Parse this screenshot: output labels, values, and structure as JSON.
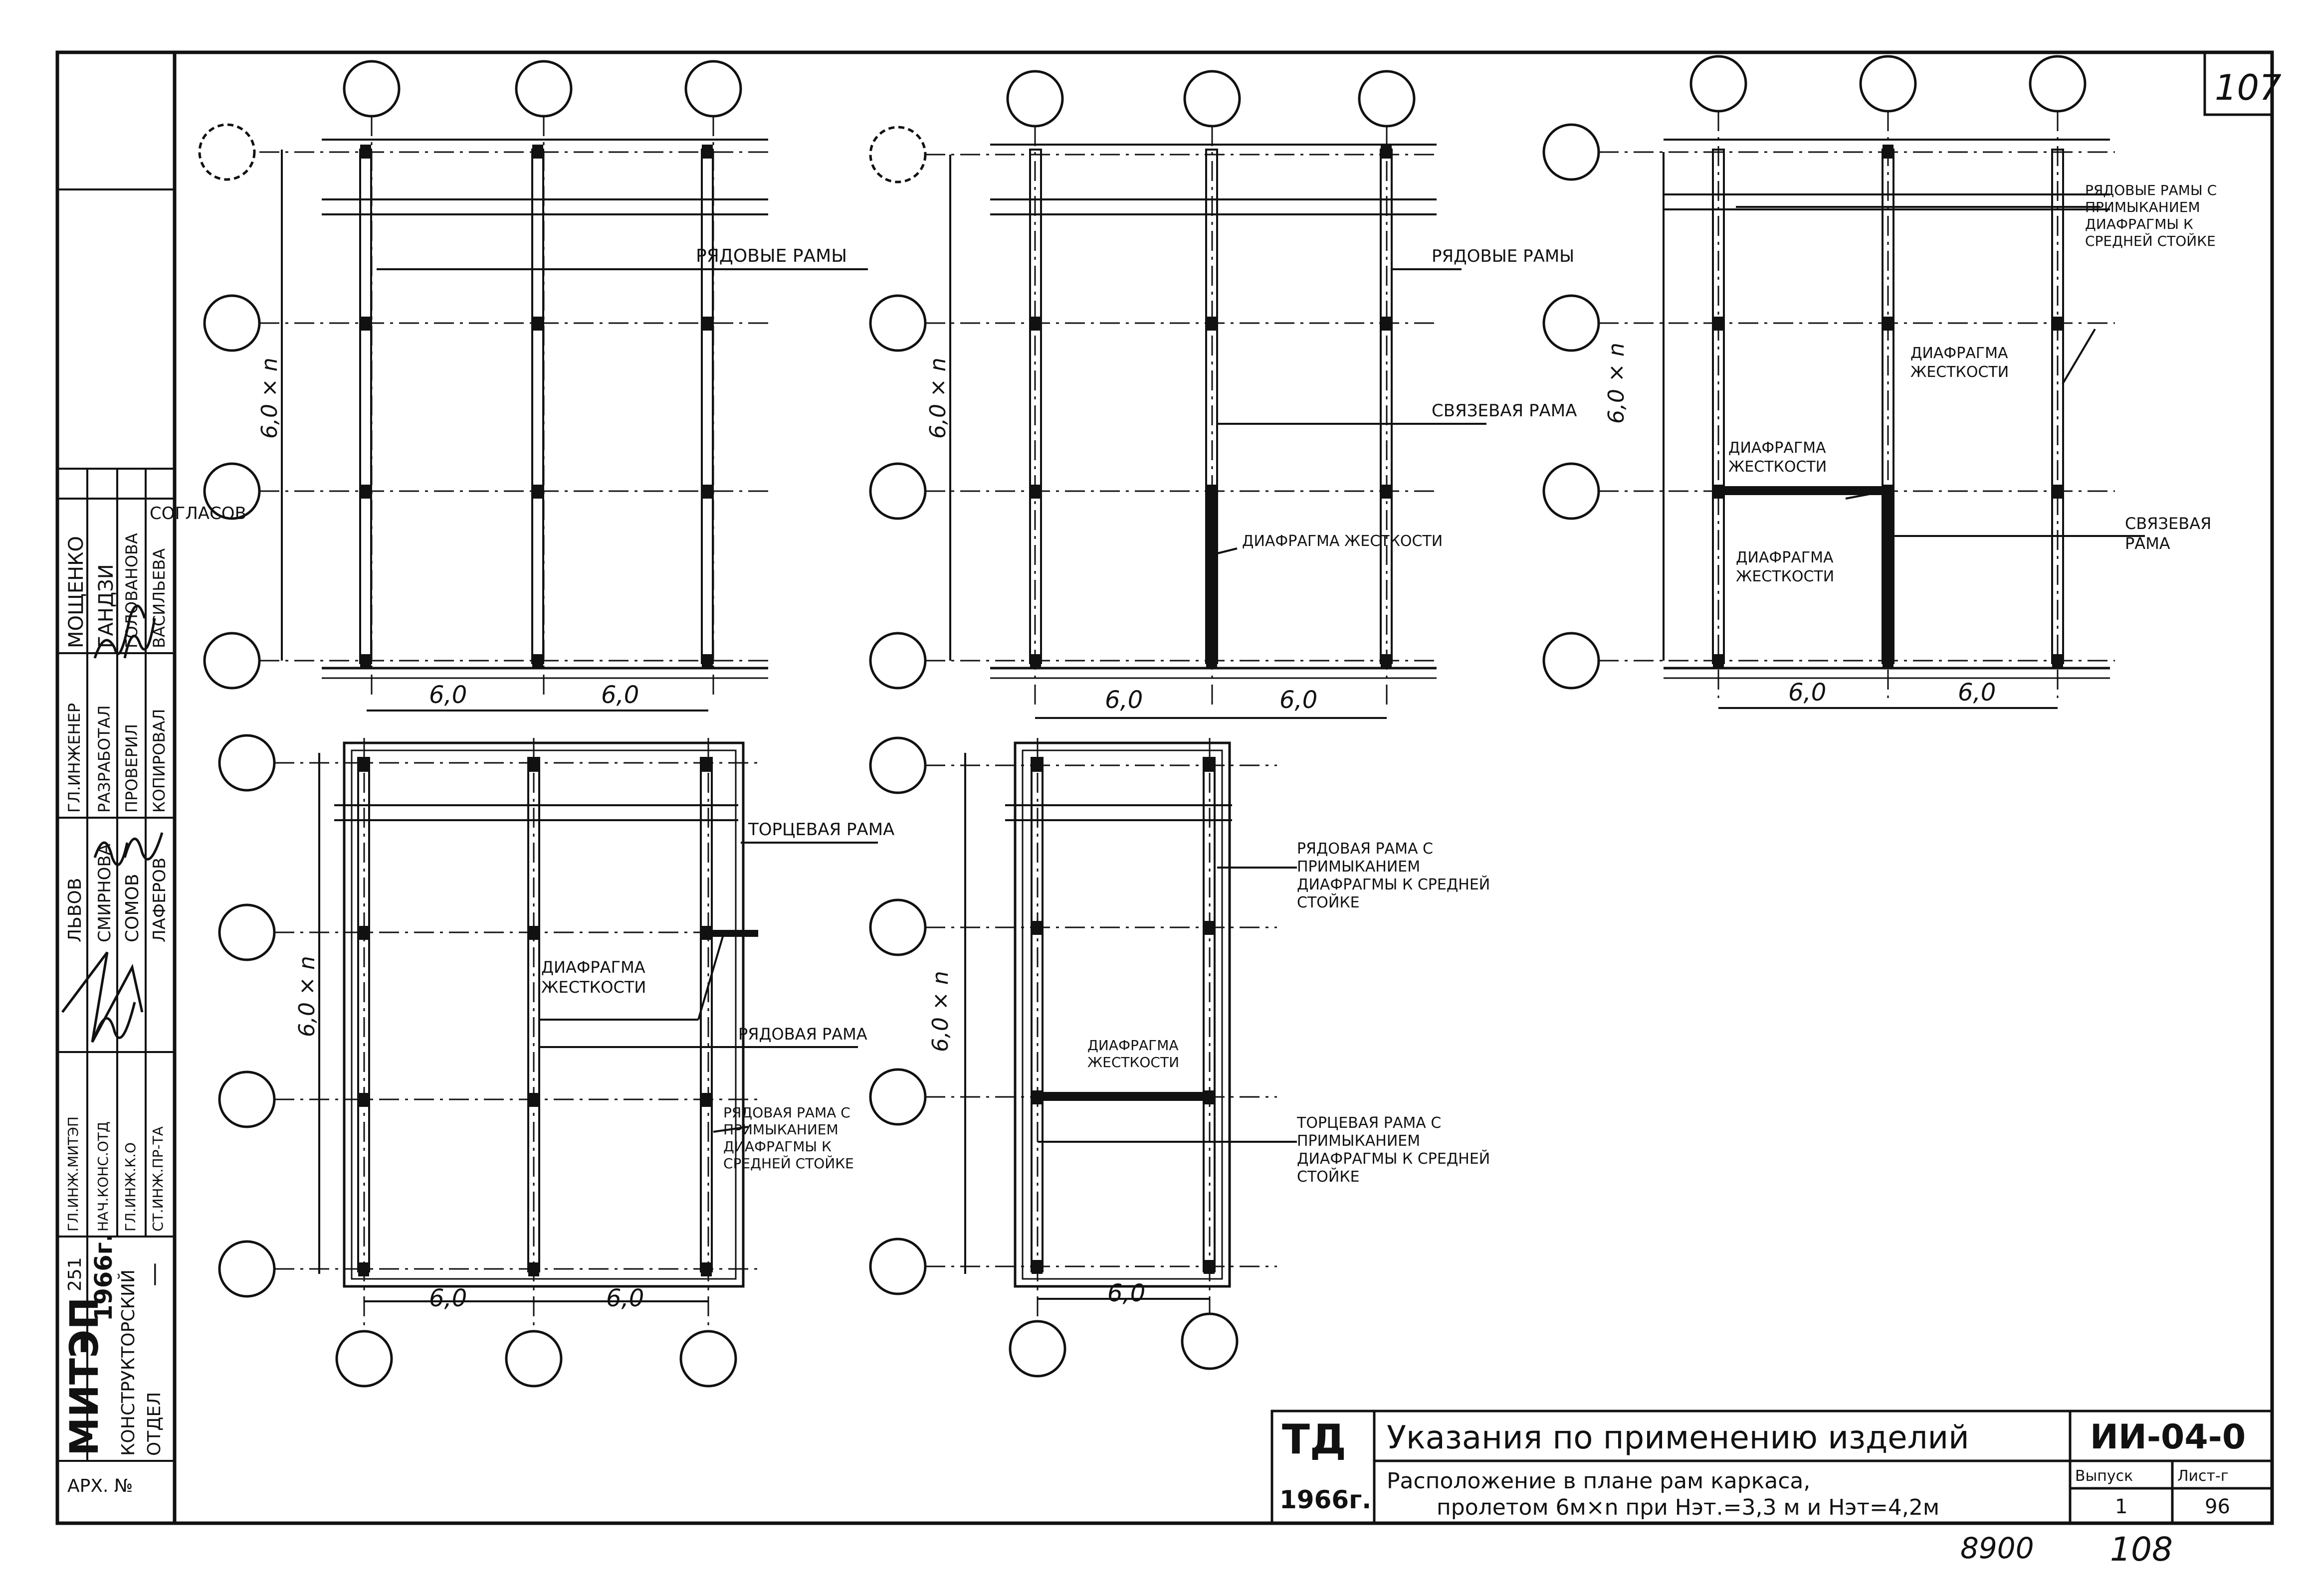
{
  "sheet": {
    "page_number": "107",
    "footer_left": "8900",
    "footer_right": "108"
  },
  "stamp": {
    "agreed_label": "СОГЛАСОВ",
    "agreed_names": [
      "МОЩЕНКО",
      "ГАНДЗИ",
      "ГОЛОВАНОВА",
      "ВАСИЛЬЕВА"
    ],
    "role_rows": [
      [
        "ГЛ.ИНЖЕНЕР",
        "ЛЬВОВ"
      ],
      [
        "РАЗРАБОТАЛ",
        "СМИРНОВА"
      ],
      [
        "ПРОВЕРИЛ",
        "СОМОВ"
      ],
      [
        "КОПИРОВАЛ",
        "ЛАФЕРОВ"
      ]
    ],
    "dept_rows": [
      "ГЛ.ИНЖ.МИТЭП",
      "НАЧ.КОНС.ОТД",
      "ГЛ.ИНЖ.К.О",
      "СТ.ИНЖ.ПР-ТА"
    ],
    "number": "251",
    "year": "1966г.",
    "dash": "—",
    "org": "МИТЭП",
    "dept": "КОНСТРУКТОРСКИЙ ОТДЕЛ",
    "archive": "АРХ. №"
  },
  "title_block": {
    "td": "ТД",
    "year": "1966г.",
    "title": "Указания по применению изделий",
    "subtitle_line1": "Расположение в плане рам каркаса,",
    "subtitle_line2": "пролетом 6м×n при Нэт.=3,3 м и Нэт=4,2м",
    "code": "ИИ-04-0",
    "issue_label": "Выпуск",
    "issue_value": "1",
    "sheet_label": "Лист-г",
    "sheet_value": "96"
  },
  "labels": {
    "row_frames": "РЯДОВЫЕ РАМЫ",
    "brace_frame": "СВЯЗЕВАЯ РАМА",
    "diaphragm": "ДИАФРАГМА ЖЕСТКОСТИ",
    "row_frames_adj": "РЯДОВЫЕ РАМЫ С ПРИМЫКАНИЕМ ДИАФРАГМЫ К СРЕДНЕЙ СТОЙКЕ",
    "end_frame": "ТОРЦЕВАЯ РАМА",
    "row_frame": "РЯДОВАЯ РАМА",
    "row_frame_adj": "РЯДОВАЯ РАМА С ПРИМЫКАНИЕМ ДИАФРАГМЫ К СРЕДНЕЙ СТОЙКЕ",
    "row_frame_adj2": "РЯДОВАЯ РАМА С ПРИМЫКАНИЕМ ДИАФРАГМЫ К СРЕДНЕЙ СТОЙКЕ",
    "end_frame_adj": "ТОРЦЕВАЯ РАМА С ПРИМЫКАНИЕМ ДИАФРАГМЫ К СРЕДНЕЙ СТОЙКЕ",
    "dim_span": "6,0",
    "dim_height": "6,0 × n"
  },
  "colors": {
    "ink": "#111111",
    "paper": "#ffffff"
  }
}
